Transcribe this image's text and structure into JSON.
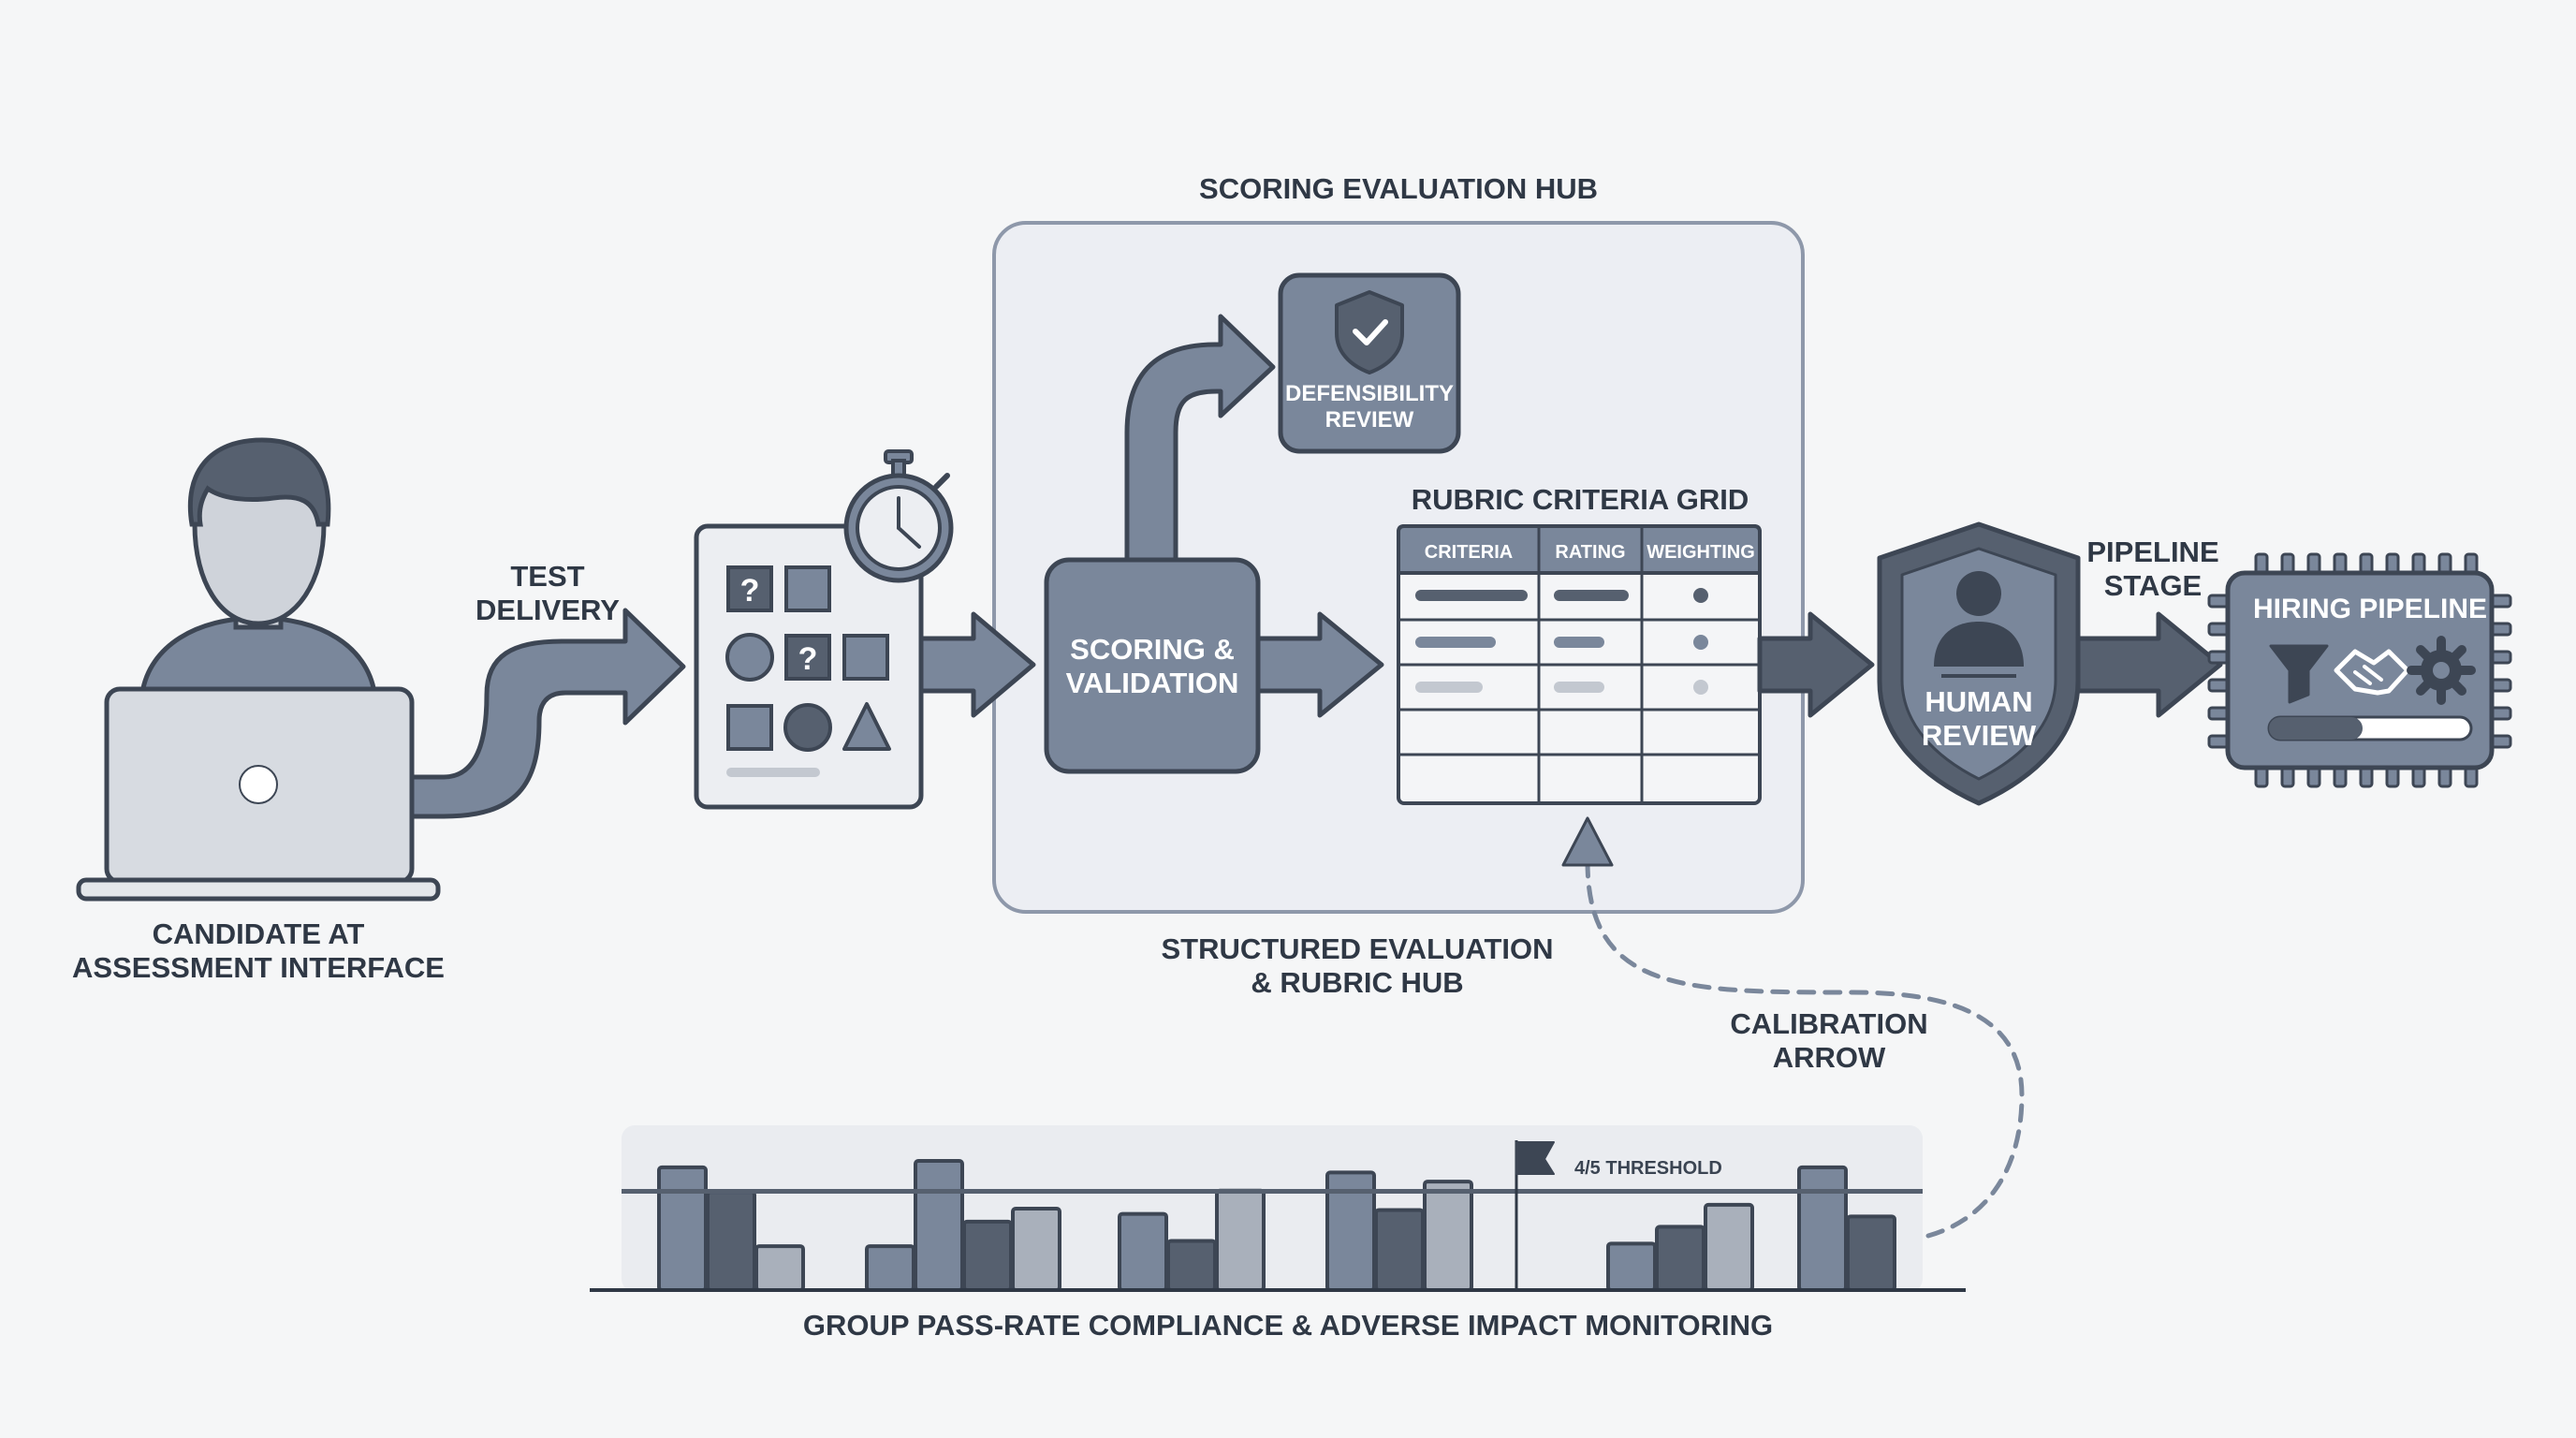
{
  "labels": {
    "hub_title": "SCORING EVALUATION HUB",
    "candidate_line1": "CANDIDATE AT",
    "candidate_line2": "ASSESSMENT INTERFACE",
    "test_delivery_line1": "TEST",
    "test_delivery_line2": "DELIVERY",
    "scoring_line1": "SCORING &",
    "scoring_line2": "VALIDATION",
    "defensibility_line1": "DEFENSIBILITY",
    "defensibility_line2": "REVIEW",
    "rubric_title": "RUBRIC CRITERIA GRID",
    "col_criteria": "CRITERIA",
    "col_rating": "RATING",
    "col_weighting": "WEIGHTING",
    "structured_line1": "STRUCTURED EVALUATION",
    "structured_line2": "& RUBRIC HUB",
    "human_line1": "HUMAN",
    "human_line2": "REVIEW",
    "pipeline_stage_line1": "PIPELINE",
    "pipeline_stage_line2": "STAGE",
    "hiring_pipeline": "HIRING PIPELINE",
    "calibration_line1": "CALIBRATION",
    "calibration_line2": "ARROW",
    "threshold": "4/5 THRESHOLD",
    "monitoring": "GROUP PASS-RATE COMPLIANCE & ADVERSE IMPACT MONITORING"
  },
  "icons": {
    "candidate": "person-at-laptop-icon",
    "test": "quiz-sheet-icon",
    "timer": "stopwatch-icon",
    "defensibility": "shield-check-icon",
    "human_review": "shield-person-icon",
    "pipeline": "chip-funnel-handshake-gear-icon",
    "threshold": "flag-icon"
  },
  "colors": {
    "background": "#f5f6f7",
    "slate_dark": "#56606f",
    "slate": "#7a879b",
    "slate_light": "#a9b0bb",
    "panel": "#eceef3",
    "outline": "#3d4654"
  },
  "chart_data": {
    "type": "bar",
    "note_style": "grouped bars with horizontal threshold line",
    "groups": [
      {
        "values": [
          0.95,
          0.76,
          0.34
        ]
      },
      {
        "values": [
          0.34,
          1.0,
          0.53,
          0.63
        ]
      },
      {
        "values": [
          0.59,
          0.38,
          0.77
        ]
      },
      {
        "values": [
          0.91,
          0.62,
          0.84
        ]
      },
      {
        "values": [
          0.36,
          0.49,
          0.66
        ]
      },
      {
        "values": [
          0.95,
          0.57
        ]
      }
    ],
    "threshold_label": "4/5 THRESHOLD",
    "threshold_value": 0.75,
    "ylim": [
      0,
      1
    ]
  }
}
